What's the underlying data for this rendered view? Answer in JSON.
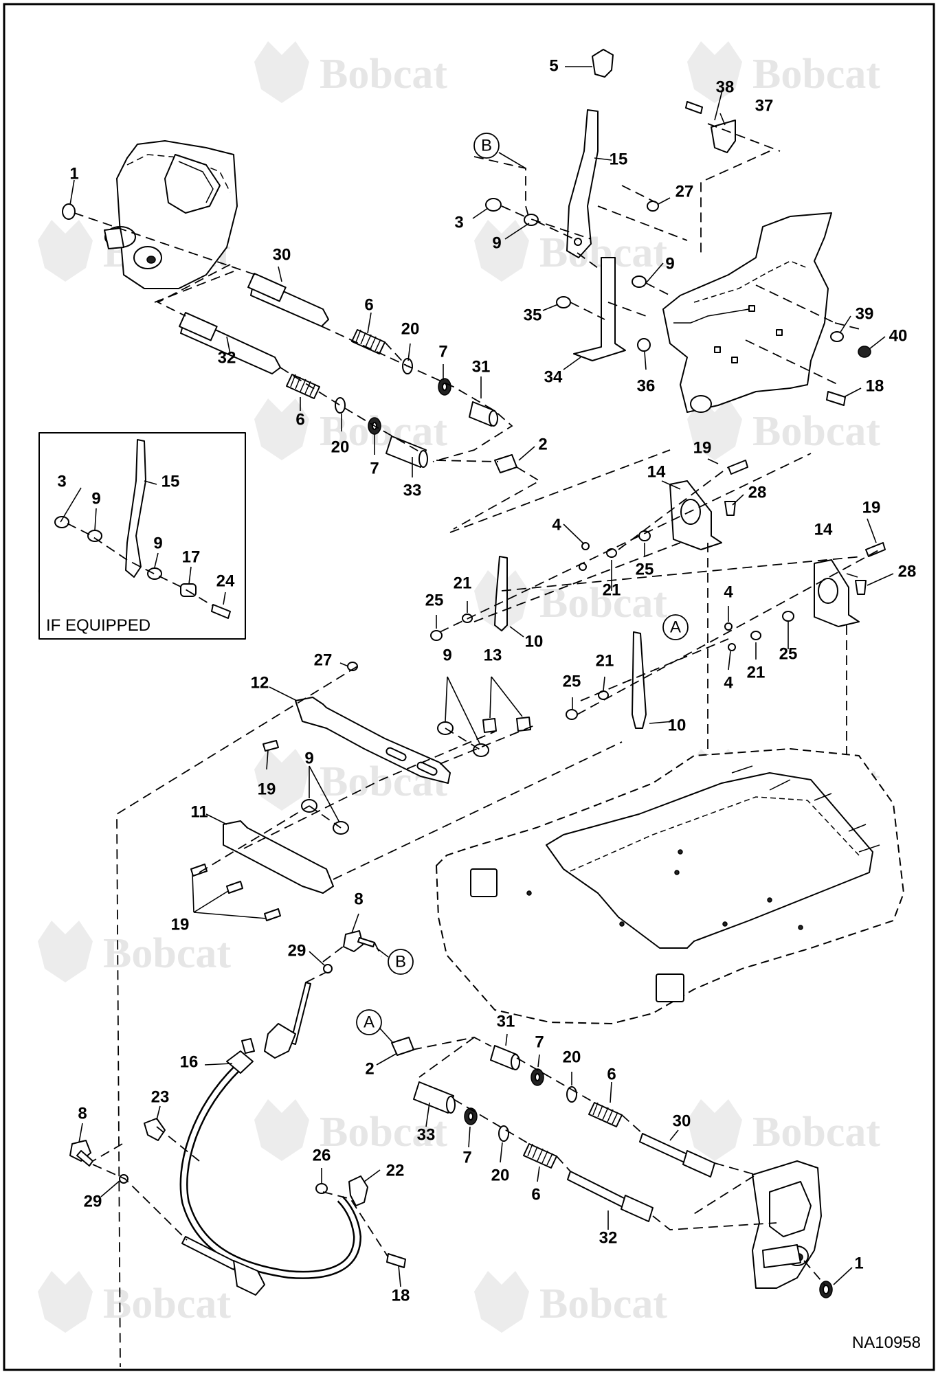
{
  "brand_watermark": "Bobcat",
  "figure_id": "NA10958",
  "inset_label": "IF EQUIPPED",
  "references": {
    "a": "A",
    "b": "B"
  },
  "callouts": {
    "c1": "1",
    "c2": "2",
    "c3": "3",
    "c4": "4",
    "c5": "5",
    "c6": "6",
    "c7": "7",
    "c8": "8",
    "c9": "9",
    "c10": "10",
    "c11": "11",
    "c12": "12",
    "c13": "13",
    "c14": "14",
    "c15": "15",
    "c16": "16",
    "c17": "17",
    "c18": "18",
    "c19": "19",
    "c20": "20",
    "c21": "21",
    "c22": "22",
    "c23": "23",
    "c24": "24",
    "c25": "25",
    "c26": "26",
    "c27": "27",
    "c28": "28",
    "c29": "29",
    "c30": "30",
    "c31": "31",
    "c32": "32",
    "c33": "33",
    "c34": "34",
    "c35": "35",
    "c36": "36",
    "c37": "37",
    "c38": "38",
    "c39": "39",
    "c40": "40"
  }
}
